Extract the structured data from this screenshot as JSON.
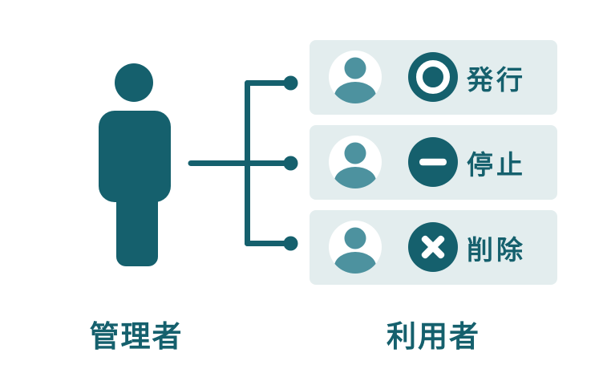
{
  "colors": {
    "dark_teal": "#15606d",
    "mid_teal": "#4d929f",
    "row_background": "#e3edee",
    "canvas_background": "#ffffff"
  },
  "admin": {
    "label": "管理者",
    "icon": "person-standing-icon"
  },
  "connector": {
    "icon": "tree-branch-connector",
    "branch_count": 3
  },
  "users": {
    "label": "利用者",
    "rows": [
      {
        "avatar_icon": "user-avatar-icon",
        "action_icon": "record-circle-icon",
        "action_label": "発行"
      },
      {
        "avatar_icon": "user-avatar-icon",
        "action_icon": "minus-circle-icon",
        "action_label": "停止"
      },
      {
        "avatar_icon": "user-avatar-icon",
        "action_icon": "x-circle-icon",
        "action_label": "削除"
      }
    ]
  }
}
